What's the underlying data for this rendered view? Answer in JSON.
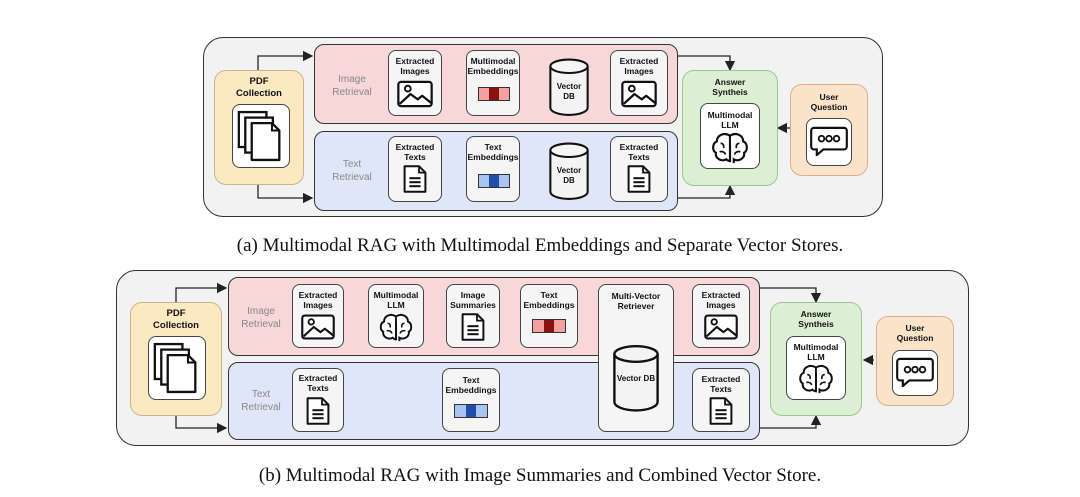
{
  "colors": {
    "image_row": "#f7d7d7",
    "text_row": "#dfe6f8",
    "pdf": "#fce9c2",
    "answer": "#dcefd2",
    "question": "#fbe3c9",
    "emb_red": [
      "#f2a0a0",
      "#8b1010",
      "#f2a0a0"
    ],
    "emb_blue": [
      "#a9c4f2",
      "#1f4fa8",
      "#a9c4f2"
    ]
  },
  "a": {
    "pdf_label": "PDF\nCollection",
    "image_row_title": "Image\nRetrieval",
    "text_row_title": "Text\nRetrieval",
    "extracted_images": "Extracted\nImages",
    "mm_embeddings": "Multimodal\nEmbeddings",
    "vector_db": "Vector\nDB",
    "extracted_images_2": "Extracted\nImages",
    "extracted_texts": "Extracted\nTexts",
    "text_embeddings": "Text\nEmbeddings",
    "vector_db_2": "Vector\nDB",
    "extracted_texts_2": "Extracted\nTexts",
    "answer_title": "Answer\nSyntheis",
    "llm_label": "Multimodal\nLLM",
    "user_question": "User\nQuestion",
    "caption": "(a) Multimodal RAG with Multimodal Embeddings and Separate Vector Stores."
  },
  "b": {
    "pdf_label": "PDF\nCollection",
    "image_row_title": "Image\nRetrieval",
    "text_row_title": "Text\nRetrieval",
    "extracted_images": "Extracted\nImages",
    "mm_llm": "Multimodal\nLLM",
    "image_summaries": "Image\nSummaries",
    "text_embeddings_top": "Text\nEmbeddings",
    "multi_vector_retriever": "Multi-Vector\nRetriever",
    "vector_db": "Vector DB",
    "extracted_images_2": "Extracted\nImages",
    "extracted_texts": "Extracted\nTexts",
    "text_embeddings": "Text\nEmbeddings",
    "extracted_texts_2": "Extracted\nTexts",
    "answer_title": "Answer\nSyntheis",
    "llm_label": "Multimodal\nLLM",
    "user_question": "User\nQuestion",
    "caption": "(b) Multimodal RAG with Image Summaries and Combined Vector Store."
  }
}
